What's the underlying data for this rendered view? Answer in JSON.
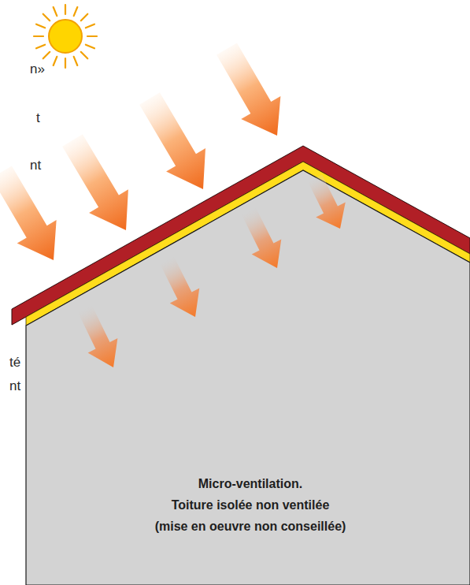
{
  "diagram": {
    "nodes": [
      {
        "text": [
          "Micro-ventilation.",
          "Toiture isolée non ventilée (mise en oeuvre non conseillée)"
        ]
      }
    ],
    "labels": [
      "n»",
      "t",
      "nt",
      "té",
      "nt"
    ]
  }
}
